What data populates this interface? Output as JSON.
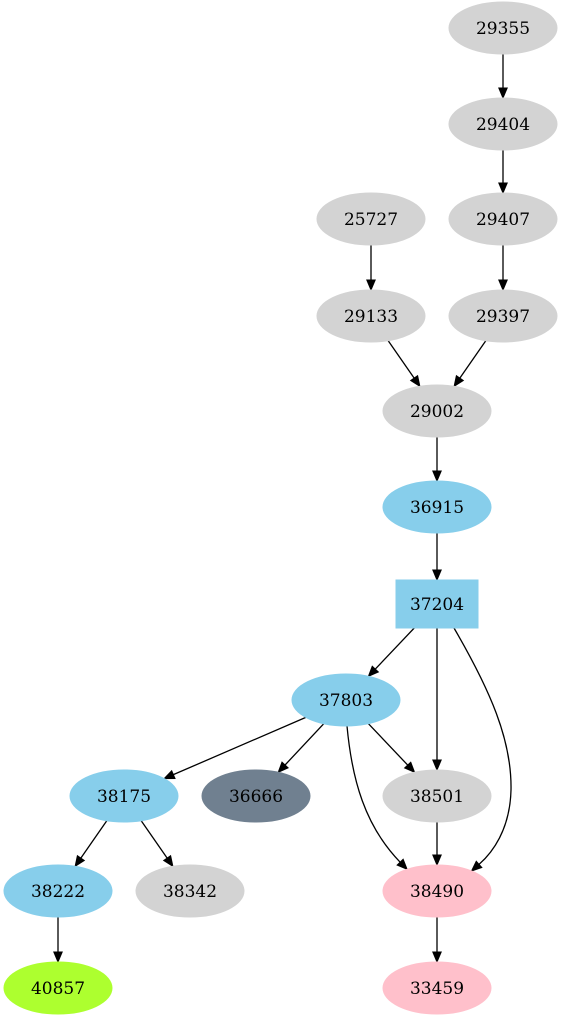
{
  "graph": {
    "nodes": [
      {
        "id": "29355",
        "label": "29355",
        "shape": "ellipse",
        "fill": "#d3d3d3"
      },
      {
        "id": "29404",
        "label": "29404",
        "shape": "ellipse",
        "fill": "#d3d3d3"
      },
      {
        "id": "25727",
        "label": "25727",
        "shape": "ellipse",
        "fill": "#d3d3d3"
      },
      {
        "id": "29407",
        "label": "29407",
        "shape": "ellipse",
        "fill": "#d3d3d3"
      },
      {
        "id": "29133",
        "label": "29133",
        "shape": "ellipse",
        "fill": "#d3d3d3"
      },
      {
        "id": "29397",
        "label": "29397",
        "shape": "ellipse",
        "fill": "#d3d3d3"
      },
      {
        "id": "29002",
        "label": "29002",
        "shape": "ellipse",
        "fill": "#d3d3d3"
      },
      {
        "id": "36915",
        "label": "36915",
        "shape": "ellipse",
        "fill": "#87ceeb"
      },
      {
        "id": "37204",
        "label": "37204",
        "shape": "box",
        "fill": "#87ceeb"
      },
      {
        "id": "37803",
        "label": "37803",
        "shape": "ellipse",
        "fill": "#87ceeb"
      },
      {
        "id": "38175",
        "label": "38175",
        "shape": "ellipse",
        "fill": "#87ceeb"
      },
      {
        "id": "36666",
        "label": "36666",
        "shape": "ellipse",
        "fill": "#708090"
      },
      {
        "id": "38501",
        "label": "38501",
        "shape": "ellipse",
        "fill": "#d3d3d3"
      },
      {
        "id": "38222",
        "label": "38222",
        "shape": "ellipse",
        "fill": "#87ceeb"
      },
      {
        "id": "38342",
        "label": "38342",
        "shape": "ellipse",
        "fill": "#d3d3d3"
      },
      {
        "id": "38490",
        "label": "38490",
        "shape": "ellipse",
        "fill": "#ffc0cb"
      },
      {
        "id": "40857",
        "label": "40857",
        "shape": "ellipse",
        "fill": "#adff2f"
      },
      {
        "id": "33459",
        "label": "33459",
        "shape": "ellipse",
        "fill": "#ffc0cb"
      }
    ],
    "edges": [
      {
        "from": "29355",
        "to": "29404"
      },
      {
        "from": "29404",
        "to": "29407"
      },
      {
        "from": "29407",
        "to": "29397"
      },
      {
        "from": "25727",
        "to": "29133"
      },
      {
        "from": "29133",
        "to": "29002"
      },
      {
        "from": "29397",
        "to": "29002"
      },
      {
        "from": "29002",
        "to": "36915"
      },
      {
        "from": "36915",
        "to": "37204"
      },
      {
        "from": "37204",
        "to": "37803"
      },
      {
        "from": "37204",
        "to": "38501"
      },
      {
        "from": "37204",
        "to": "38490"
      },
      {
        "from": "37803",
        "to": "38175"
      },
      {
        "from": "37803",
        "to": "36666"
      },
      {
        "from": "37803",
        "to": "38501"
      },
      {
        "from": "37803",
        "to": "38490"
      },
      {
        "from": "38175",
        "to": "38222"
      },
      {
        "from": "38175",
        "to": "38342"
      },
      {
        "from": "38501",
        "to": "38490"
      },
      {
        "from": "38222",
        "to": "40857"
      },
      {
        "from": "38490",
        "to": "33459"
      }
    ]
  }
}
